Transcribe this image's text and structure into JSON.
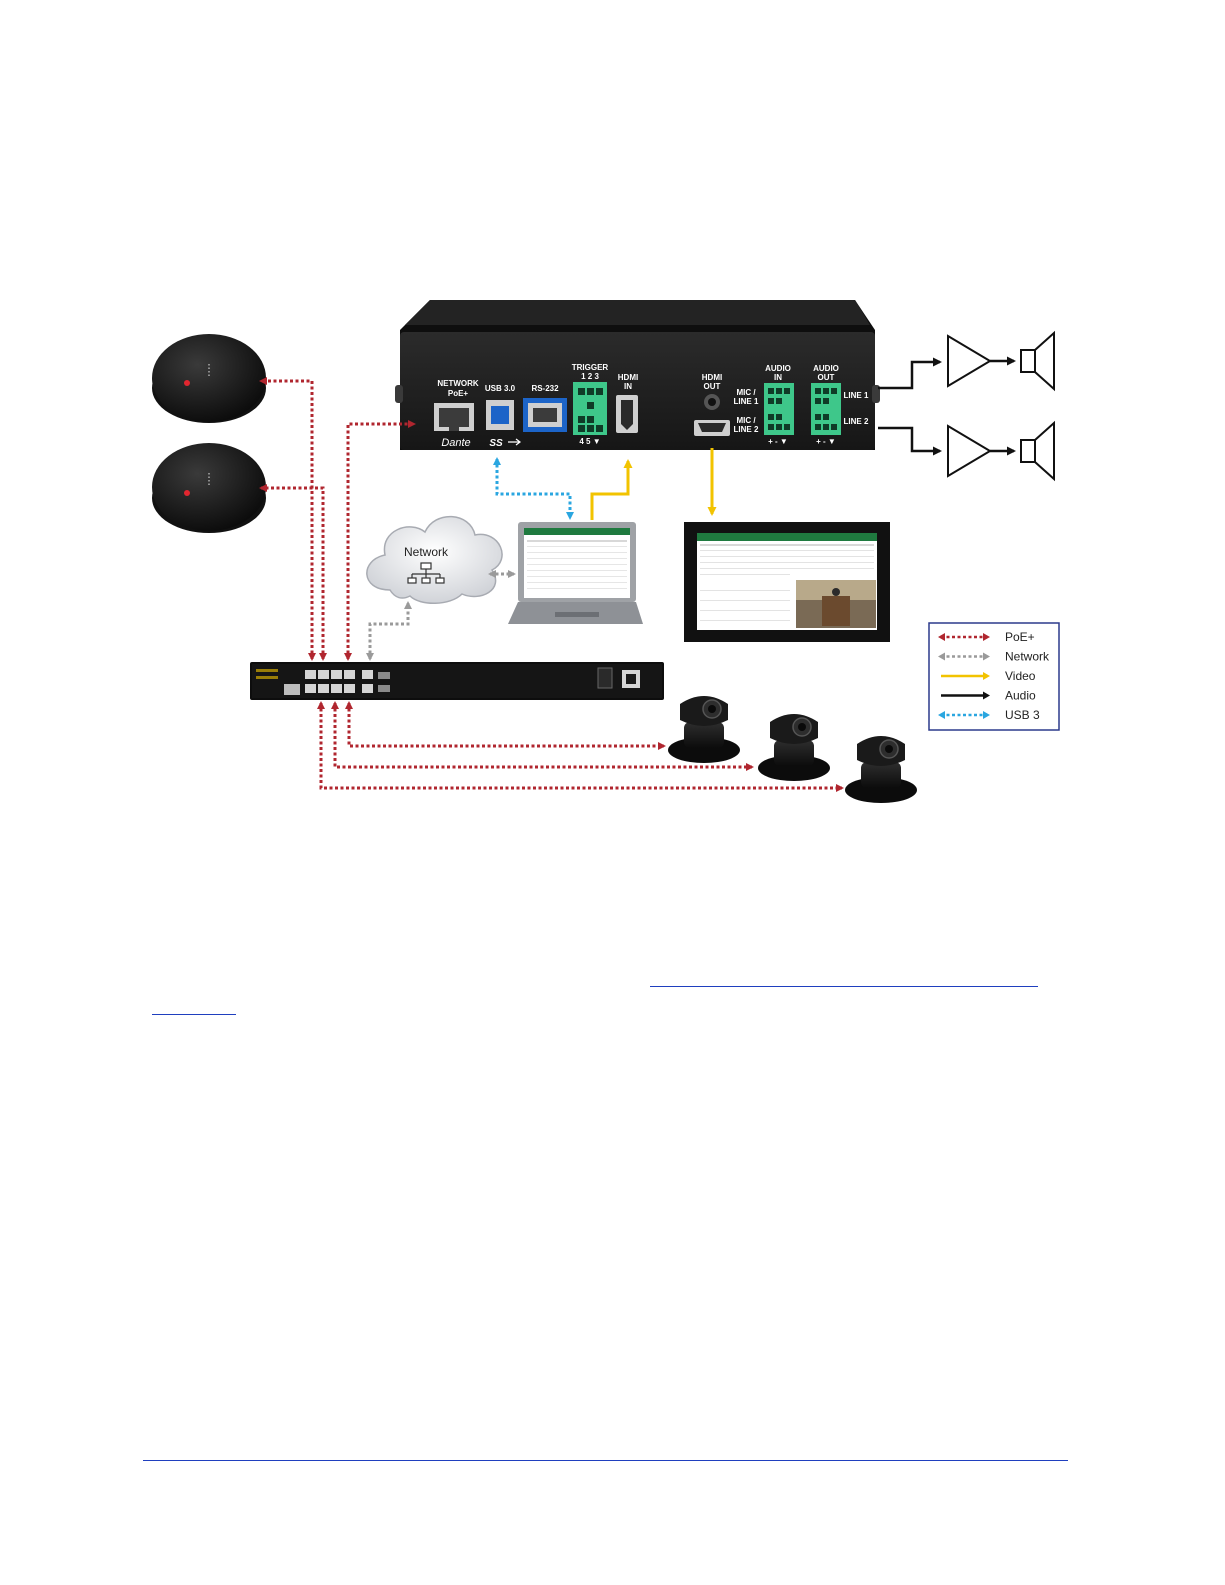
{
  "device": {
    "labels": {
      "network": "NETWORK",
      "poe": "PoE+",
      "dante": "Dante",
      "usb": "USB 3.0",
      "ss": "SS",
      "rs232": "RS-232",
      "trigger": "TRIGGER",
      "trigger_top": "1  2  3",
      "trigger_bottom": "4  5  ▼",
      "hdmi_in_1": "HDMI",
      "hdmi_in_2": "IN",
      "hdmi_out_1": "HDMI",
      "hdmi_out_2": "OUT",
      "audio_in_1": "AUDIO",
      "audio_in_2": "IN",
      "mic1_1": "MIC /",
      "mic1_2": "LINE 1",
      "mic2_1": "MIC /",
      "mic2_2": "LINE 2",
      "audio_in_pins": "+  -  ▼",
      "audio_out_1": "AUDIO",
      "audio_out_2": "OUT",
      "audio_out_pins": "+  -  ▼",
      "line1": "LINE 1",
      "line2": "LINE 2"
    }
  },
  "network_cloud": {
    "label": "Network"
  },
  "legend": {
    "items": [
      {
        "label": "PoE+",
        "color": "#b0262f"
      },
      {
        "label": "Network",
        "color": "#9a9a9a"
      },
      {
        "label": "Video",
        "color": "#f2c300"
      },
      {
        "label": "Audio",
        "color": "#111111"
      },
      {
        "label": "USB 3",
        "color": "#2aa6e0"
      }
    ]
  },
  "colors": {
    "poe": "#b0262f",
    "network": "#9a9a9a",
    "video": "#f2c300",
    "audio": "#111111",
    "usb": "#2aa6e0",
    "link": "#1f3fbf"
  }
}
